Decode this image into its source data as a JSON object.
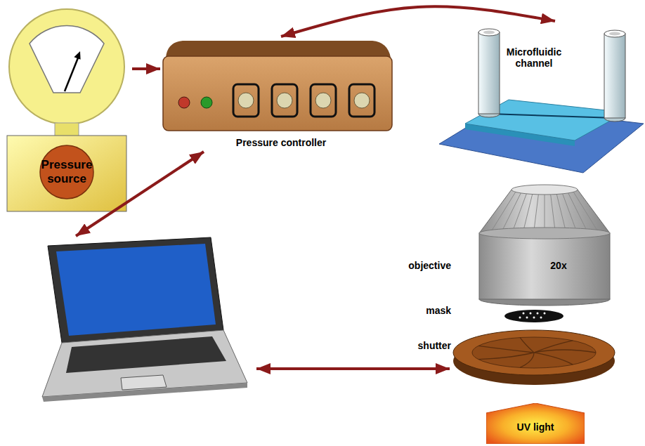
{
  "diagram": {
    "nodes": [
      {
        "text": [
          "Pressure source"
        ]
      },
      {
        "text": [
          "Pressure controller"
        ]
      },
      {
        "text": [
          "Microfluidic channel"
        ]
      },
      {
        "text": [
          "objective",
          "20x"
        ]
      },
      {
        "text": [
          "mask"
        ]
      },
      {
        "text": [
          "shutter"
        ]
      },
      {
        "text": [
          "UV light"
        ]
      }
    ],
    "edges": [
      {
        "from": 0,
        "to": 1,
        "arrow": "to"
      },
      {
        "from": 1,
        "to": 2,
        "arrow": "both"
      }
    ]
  }
}
